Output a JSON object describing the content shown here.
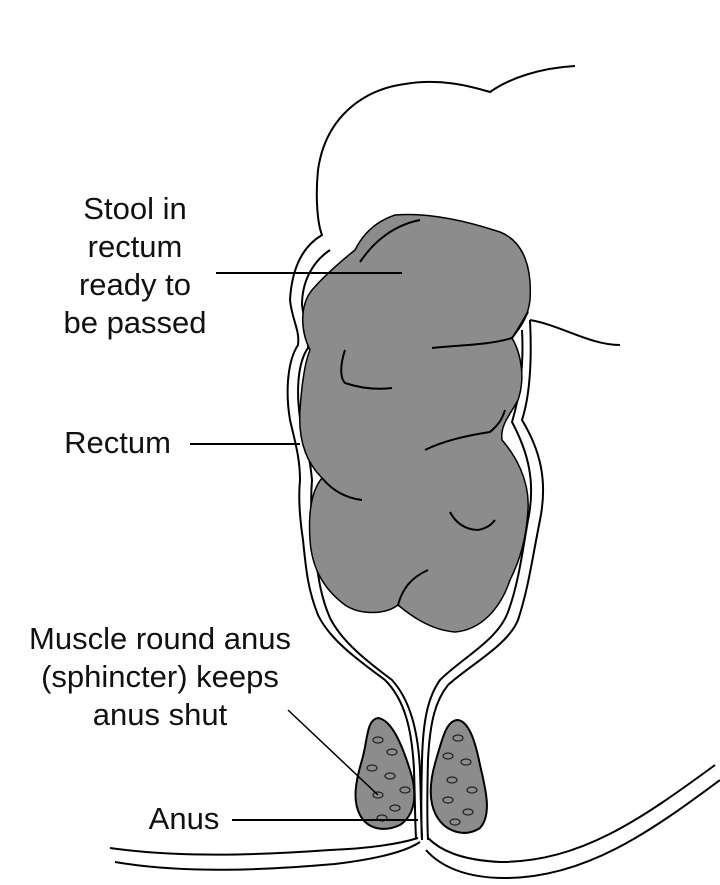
{
  "labels": {
    "stool": [
      "Stool in",
      "rectum",
      "ready to",
      "be passed"
    ],
    "rectum": "Rectum",
    "sphincter": [
      "Muscle round anus",
      "(sphincter) keeps",
      "anus shut"
    ],
    "anus": "Anus"
  },
  "colors": {
    "stool_fill": "#8c8c8c",
    "sphincter_fill": "#8c8c8c",
    "outline": "#000000",
    "background": "#ffffff"
  }
}
